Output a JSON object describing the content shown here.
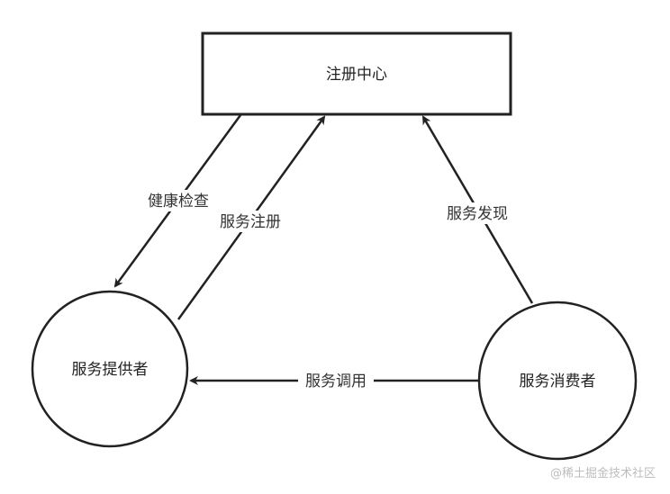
{
  "nodes": {
    "registry": {
      "label": "注册中心"
    },
    "provider": {
      "label": "服务提供者"
    },
    "consumer": {
      "label": "服务消费者"
    }
  },
  "edges": {
    "health_check": {
      "label": "健康检查"
    },
    "register": {
      "label": "服务注册"
    },
    "discovery": {
      "label": "服务发现"
    },
    "invoke": {
      "label": "服务调用"
    }
  },
  "watermark": {
    "text": "@稀土掘金技术社区"
  },
  "colors": {
    "stroke": "#222222",
    "edge_label_bg": "#ffffff",
    "watermark": "#bdbdbd"
  }
}
